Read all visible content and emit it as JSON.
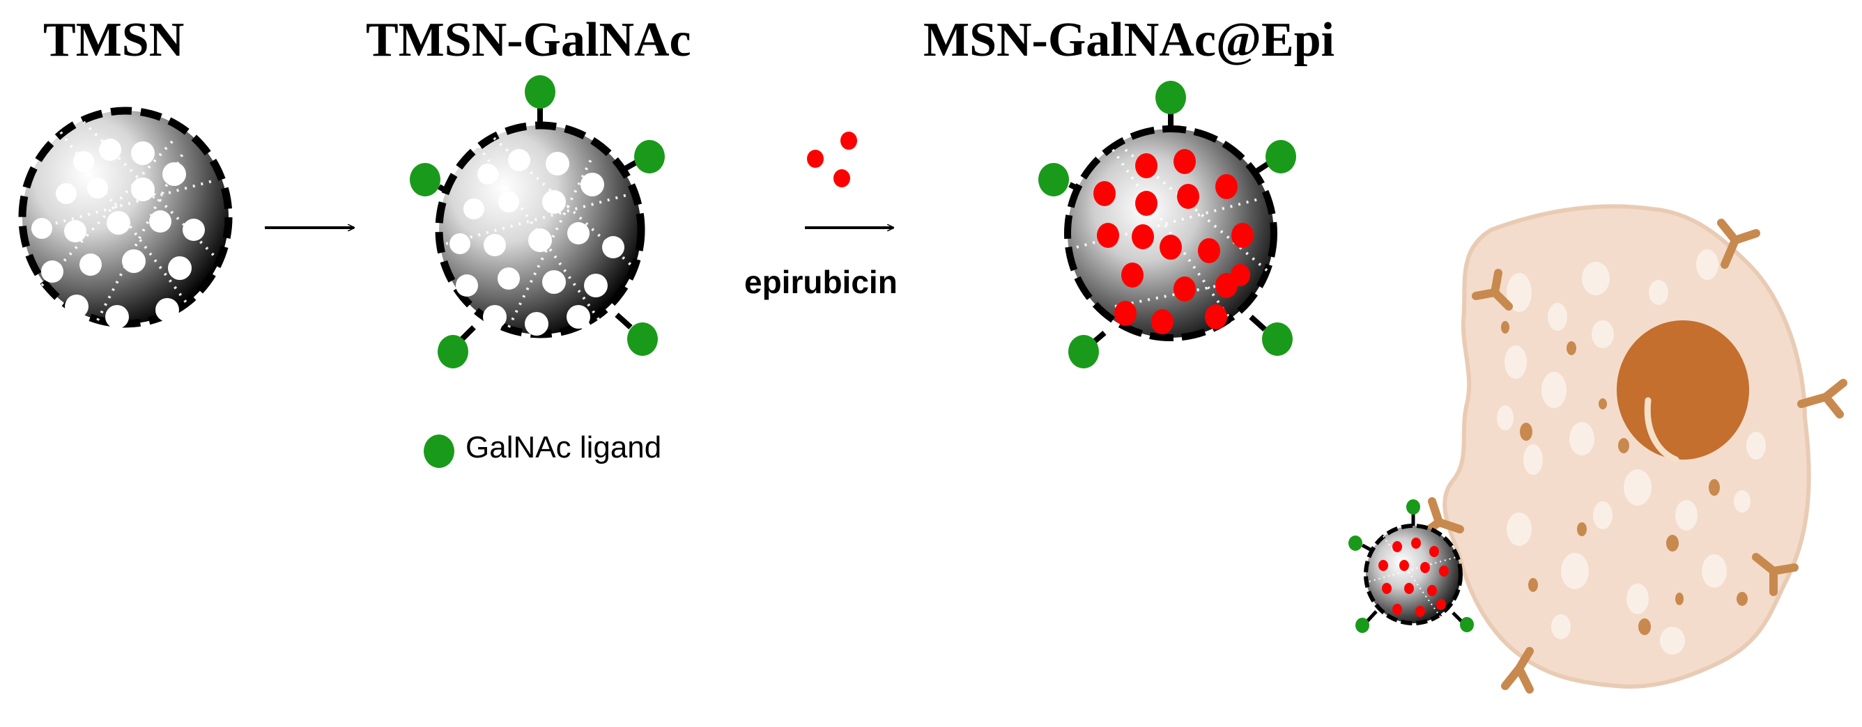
{
  "titles": {
    "tmsn": "TMSN",
    "tmsn_galnac": "TMSN-GalNAc",
    "msn_galnac_epi": "MSN-GalNAc@Epi"
  },
  "labels": {
    "epirubicin": "epirubicin",
    "legend_galnac": "GalNAc ligand"
  },
  "colors": {
    "ligand_green": "#1a9a1a",
    "drug_red": "#ff0000",
    "cell_body": "#f3dccb",
    "nucleus": "#c46f2e",
    "receptor": "#c8894e"
  }
}
